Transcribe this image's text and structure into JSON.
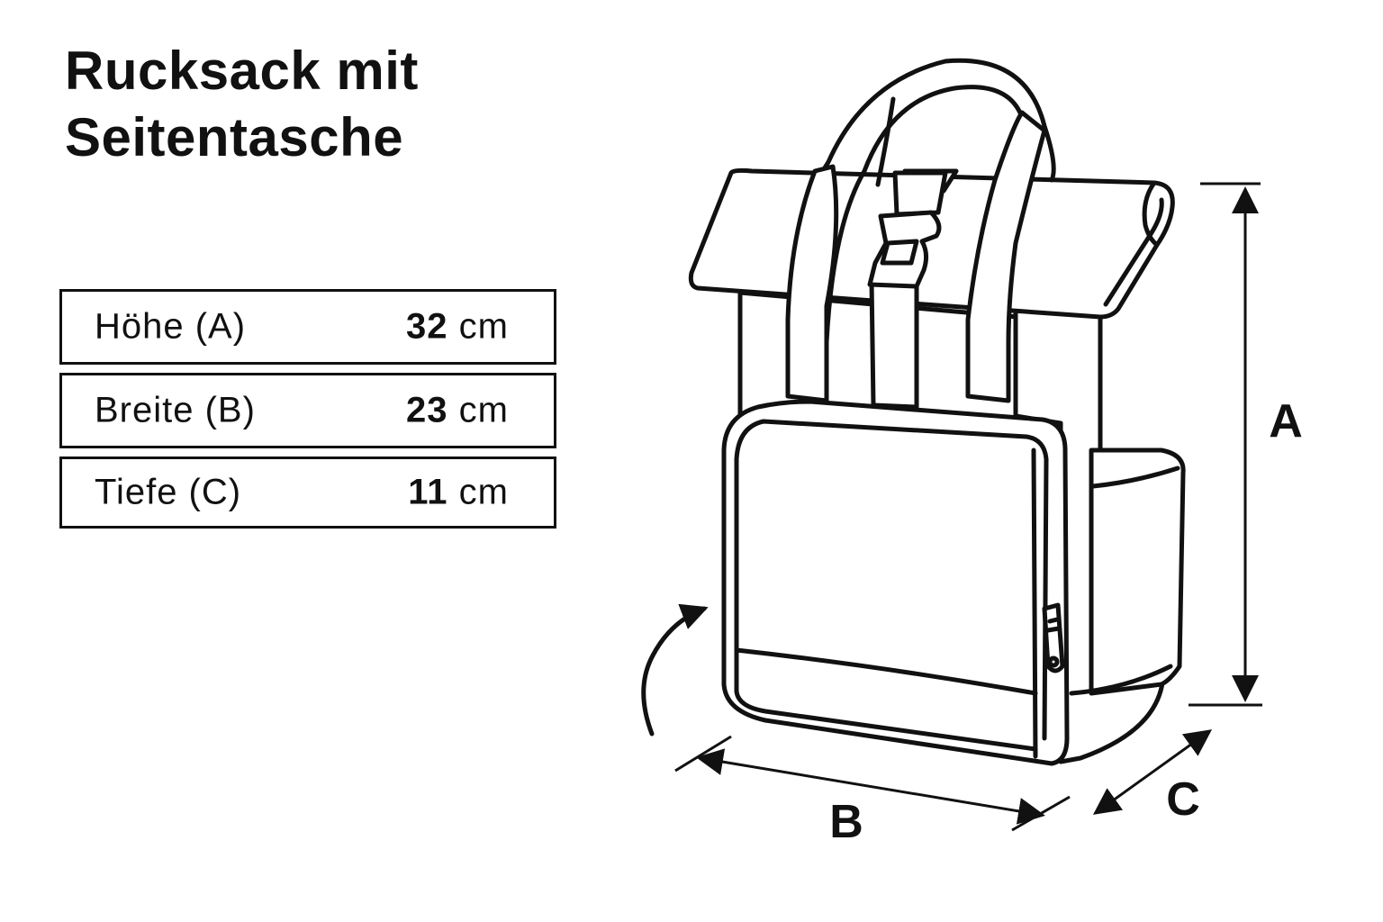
{
  "title": {
    "line1": "Rucksack mit",
    "line2": "Seitentasche"
  },
  "specs": [
    {
      "label": "Höhe (A)",
      "value": "32",
      "unit": "cm"
    },
    {
      "label": "Breite (B)",
      "value": "23",
      "unit": "cm"
    },
    {
      "label": "Tiefe (C)",
      "value": "11",
      "unit": "cm"
    }
  ],
  "dimension_labels": {
    "height": "A",
    "width": "B",
    "depth": "C"
  }
}
